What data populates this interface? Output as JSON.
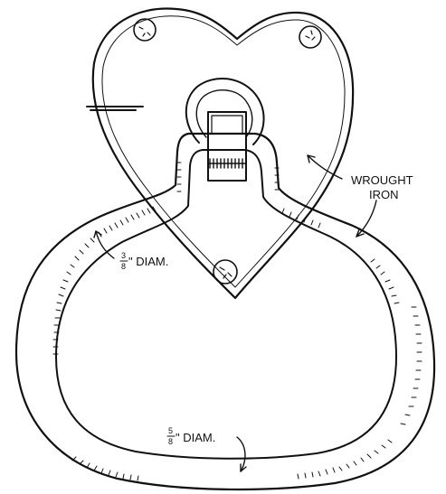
{
  "labels": {
    "material_line1": "WROUGHT",
    "material_line2": "IRON",
    "inner_diameter_fraction_num": "3",
    "inner_diameter_fraction_den": "8",
    "inner_diameter_suffix": "\" DIAM.",
    "outer_diameter_fraction_num": "5",
    "outer_diameter_fraction_den": "8",
    "outer_diameter_suffix": "\" DIAM."
  }
}
